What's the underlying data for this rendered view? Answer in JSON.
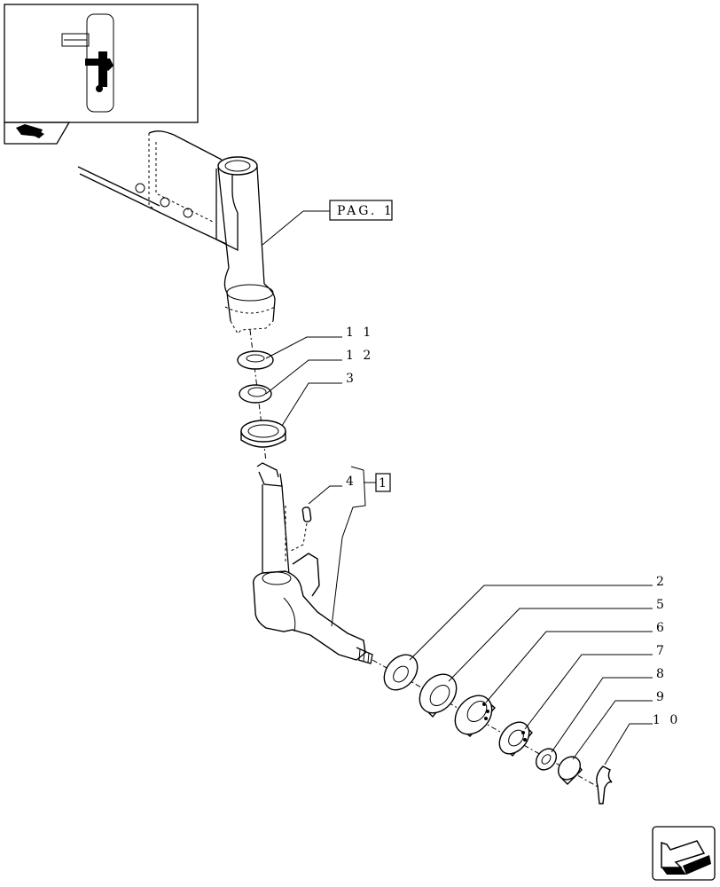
{
  "references": {
    "page_ref": "PAG. 1",
    "assembly_ref": "1"
  },
  "callouts": [
    {
      "id": "11",
      "label": "1 1"
    },
    {
      "id": "12",
      "label": "1 2"
    },
    {
      "id": "3",
      "label": "3"
    },
    {
      "id": "4",
      "label": "4"
    },
    {
      "id": "2",
      "label": "2"
    },
    {
      "id": "5",
      "label": "5"
    },
    {
      "id": "6",
      "label": "6"
    },
    {
      "id": "7",
      "label": "7"
    },
    {
      "id": "8",
      "label": "8"
    },
    {
      "id": "9",
      "label": "9"
    },
    {
      "id": "10",
      "label": "1 0"
    }
  ],
  "icons": {
    "top_left": "book-arrow-icon",
    "bottom_right": "next-page-arrow-icon"
  }
}
